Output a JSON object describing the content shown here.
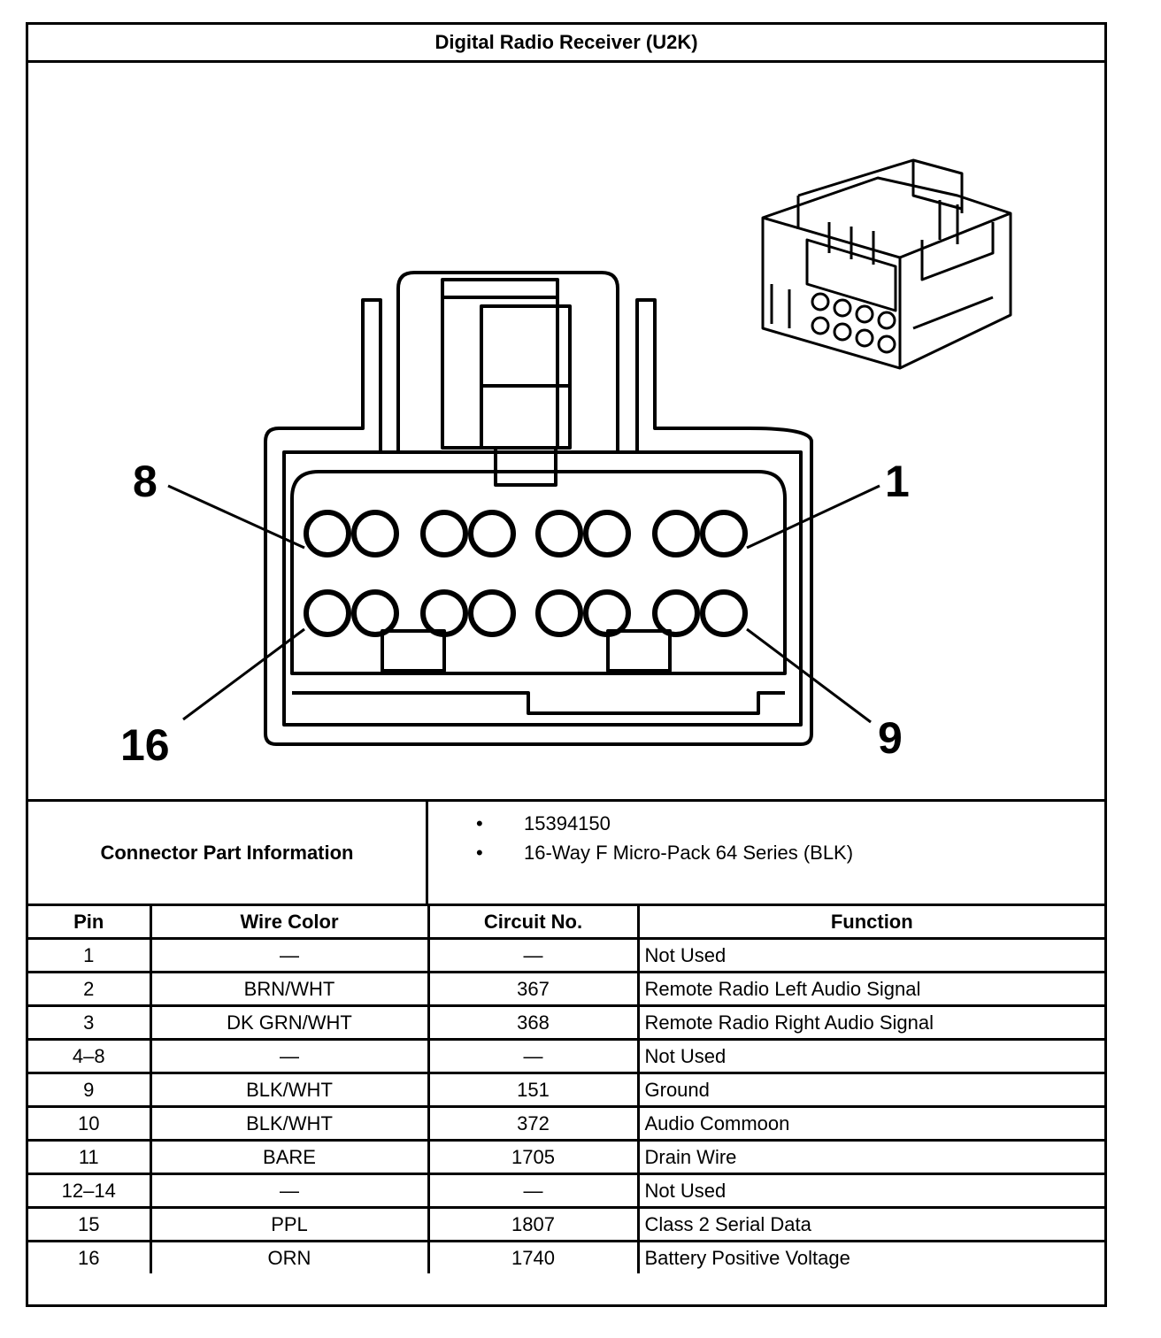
{
  "title": "Digital Radio Receiver (U2K)",
  "pin_labels": {
    "top_left": "8",
    "top_right": "1",
    "bottom_left": "16",
    "bottom_right": "9"
  },
  "connector_info": {
    "label": "Connector Part Information",
    "items": [
      "15394150",
      "16-Way F Micro-Pack 64 Series (BLK)"
    ]
  },
  "table": {
    "headers": {
      "pin": "Pin",
      "wire_color": "Wire Color",
      "circuit": "Circuit No.",
      "function": "Function"
    },
    "rows": [
      {
        "pin": "1",
        "wire_color": "—",
        "circuit": "—",
        "function": "Not Used"
      },
      {
        "pin": "2",
        "wire_color": "BRN/WHT",
        "circuit": "367",
        "function": "Remote Radio Left Audio Signal"
      },
      {
        "pin": "3",
        "wire_color": "DK GRN/WHT",
        "circuit": "368",
        "function": "Remote Radio Right Audio Signal"
      },
      {
        "pin": "4–8",
        "wire_color": "—",
        "circuit": "—",
        "function": "Not Used"
      },
      {
        "pin": "9",
        "wire_color": "BLK/WHT",
        "circuit": "151",
        "function": "Ground"
      },
      {
        "pin": "10",
        "wire_color": "BLK/WHT",
        "circuit": "372",
        "function": "Audio Commoon"
      },
      {
        "pin": "11",
        "wire_color": "BARE",
        "circuit": "1705",
        "function": "Drain Wire"
      },
      {
        "pin": "12–14",
        "wire_color": "—",
        "circuit": "—",
        "function": "Not Used"
      },
      {
        "pin": "15",
        "wire_color": "PPL",
        "circuit": "1807",
        "function": "Class 2 Serial Data"
      },
      {
        "pin": "16",
        "wire_color": "ORN",
        "circuit": "1740",
        "function": "Battery Positive Voltage"
      }
    ]
  }
}
